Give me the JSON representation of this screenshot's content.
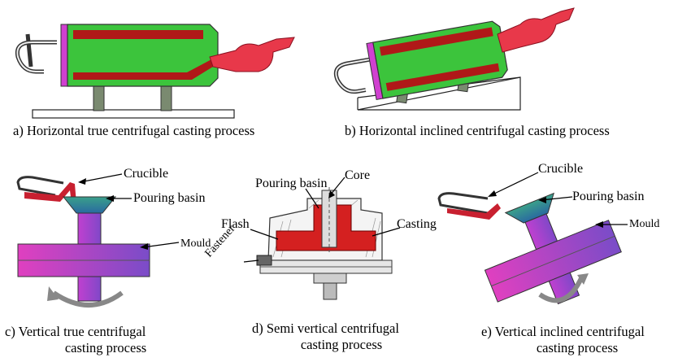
{
  "panels": {
    "a": {
      "caption": "a)  Horizontal true centrifugal casting process"
    },
    "b": {
      "caption": "b)  Horizontal inclined centrifugal casting process"
    },
    "c": {
      "caption_line1": "c)   Vertical true centrifugal",
      "caption_line2": "casting process",
      "labels": {
        "crucible": "Crucible",
        "pouring_basin": "Pouring basin",
        "mould": "Mould"
      }
    },
    "d": {
      "caption_line1": "d)  Semi vertical centrifugal",
      "caption_line2": "casting process",
      "labels": {
        "pouring_basin": "Pouring basin",
        "core": "Core",
        "flash": "Flash",
        "casting": "Casting",
        "fastener": "Fastener"
      }
    },
    "e": {
      "caption_line1": "e)  Vertical inclined centrifugal",
      "caption_line2": "casting process",
      "labels": {
        "crucible": "Crucible",
        "pouring_basin": "Pouring basin",
        "mould": "Mould"
      }
    }
  },
  "colors": {
    "mould_green": "#3cc43c",
    "metal_red": "#b01818",
    "flow_red": "#e8384a",
    "mould_purple": "#8050c8",
    "mould_magenta": "#e040c0",
    "basin_teal": "#3a9a8a",
    "support_grey": "#7a8a70"
  }
}
